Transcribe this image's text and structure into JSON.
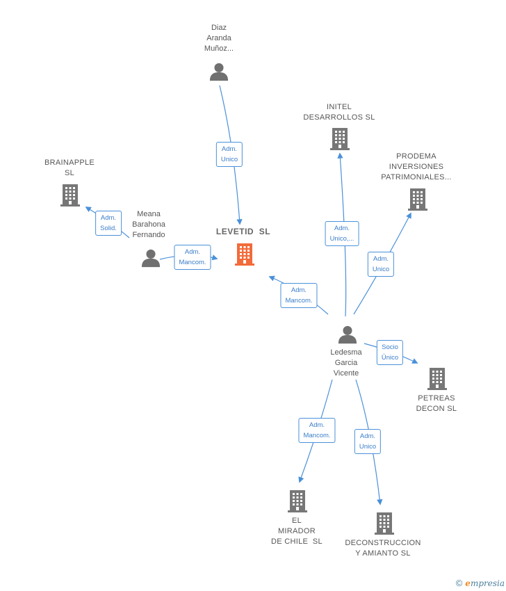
{
  "colors": {
    "edge": "#4a90d9",
    "building": "#777777",
    "main_building": "#f26b3a",
    "person": "#707070"
  },
  "nodes": {
    "diaz": {
      "lines": [
        "Diaz",
        "Aranda",
        "Muñoz..."
      ],
      "icon": "person-icon"
    },
    "initel": {
      "lines": [
        "INITEL",
        "DESARROLLOS SL"
      ],
      "icon": "building-icon"
    },
    "prodema": {
      "lines": [
        "PRODEMA",
        "INVERSIONES",
        "PATRIMONIALES..."
      ],
      "icon": "building-icon"
    },
    "brainapple": {
      "lines": [
        "BRAINAPPLE",
        "SL"
      ],
      "icon": "building-icon"
    },
    "meana": {
      "lines": [
        "Meana",
        "Barahona",
        "Fernando"
      ],
      "icon": "person-icon"
    },
    "levetid": {
      "lines": [
        "LEVETID  SL"
      ],
      "icon": "building-icon"
    },
    "ledesma": {
      "lines": [
        "Ledesma",
        "Garcia",
        "Vicente"
      ],
      "icon": "person-icon"
    },
    "petreas": {
      "lines": [
        "PETREAS",
        "DECON SL"
      ],
      "icon": "building-icon"
    },
    "mirador": {
      "lines": [
        "EL",
        "MIRADOR",
        "DE CHILE  SL"
      ],
      "icon": "building-icon"
    },
    "deconstruccion": {
      "lines": [
        "DECONSTRUCCION",
        "Y AMIANTO SL"
      ],
      "icon": "building-icon"
    }
  },
  "relations": {
    "diaz_levetid": [
      "Adm.",
      "Unico"
    ],
    "meana_brainapple": [
      "Adm.",
      "Solid."
    ],
    "meana_levetid": [
      "Adm.",
      "Mancom."
    ],
    "ledesma_levetid": [
      "Adm.",
      "Mancom."
    ],
    "ledesma_initel": [
      "Adm.",
      "Unico,..."
    ],
    "ledesma_prodema": [
      "Adm.",
      "Unico"
    ],
    "ledesma_petreas": [
      "Socio",
      "Único"
    ],
    "ledesma_mirador": [
      "Adm.",
      "Mancom."
    ],
    "ledesma_deconstruccion": [
      "Adm.",
      "Unico"
    ]
  },
  "footer": {
    "copyright": "©",
    "brand_initial": "e",
    "brand_rest": "mpresia"
  }
}
